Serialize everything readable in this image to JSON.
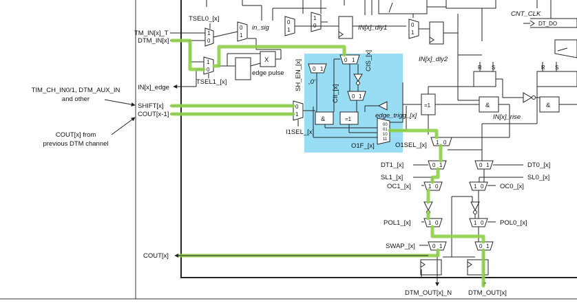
{
  "colors": {
    "highlight_path": "#8fcf4a",
    "edge_block_fill": "#7fd4f3",
    "wire": "#222222"
  },
  "notes": {
    "tim_line1": "TIM_CH_IN0/1, DTM_AUX_IN",
    "tim_line2": "and other",
    "cout_line1": "COUT[x] from",
    "cout_line2": "previous DTM channel"
  },
  "inputs": {
    "tm_in_t": "TM_IN[x]_T",
    "dtm_in": "DTM_IN[x]",
    "in_edge": "IN[x]_edge",
    "shift": "SHIFT[x]",
    "cout_prev": "COUT[x-1]",
    "cout_out": "COUT[x]"
  },
  "labels": {
    "tsel0": "TSEL0_[x]",
    "tsel1": "TSEL1_[x]",
    "in_sig": "in_sig",
    "in_dly1": "IN[x]_dly1",
    "in_dly2": "IN[x]_dly2",
    "edge_pulse": "edge pulse",
    "cnt_clk": "CNT_CLK",
    "dt_do": "DT_DO",
    "sh_en": "SH_EN_[x]",
    "zero": ",0'",
    "cis": "CIS_[x]",
    "cii": "CII_[x]",
    "edge_trigg": "edge_trigg_[x]",
    "i1sel": "I1SEL_[x]",
    "o1f": "O1F_[x]",
    "o1sel": "O1SEL_[x]",
    "in_rise": "IN[x]_rise",
    "eq1": "=1",
    "and": "&",
    "r": "R",
    "s": "S",
    "x": "X",
    "dt1": "DT1_[x]",
    "dt0": "DT0_[x]",
    "sl1": "SL1_[x]",
    "sl0": "SL0_[x]",
    "oc1": "OC1_[x]",
    "oc0": "OC0_[x]",
    "pol1": "POL1_[x]",
    "pol0": "POL0_[x]",
    "swap": "SWAP_[x]",
    "dtm_out_n": "DTM_OUT[x]_N",
    "dtm_out": "DTM_OUT[x]"
  },
  "mux": {
    "d0": "0",
    "d1": "1",
    "in00": "00",
    "in01": "01",
    "in10": "10",
    "in11": "11"
  }
}
